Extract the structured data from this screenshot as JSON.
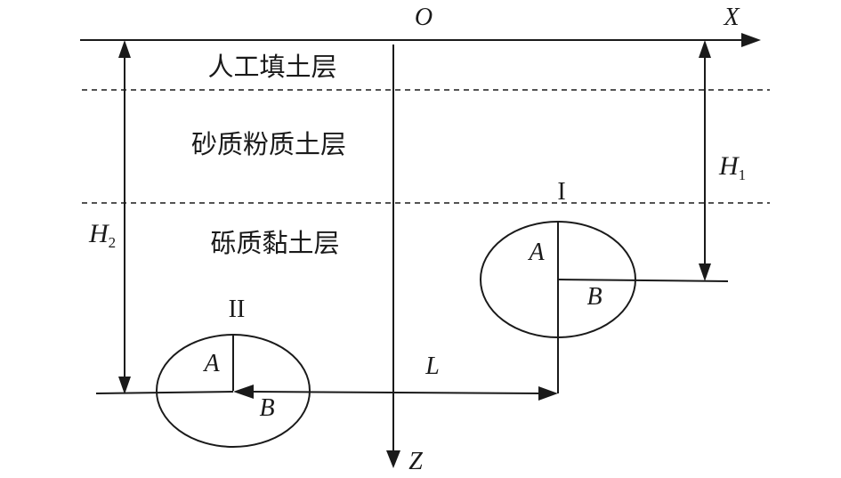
{
  "axes": {
    "origin": "O",
    "x_label": "X",
    "z_label": "Z"
  },
  "layers": [
    "人工填土层",
    "砂质粉质土层",
    "砾质黏土层"
  ],
  "tunnel_1": {
    "label": "I",
    "a_label": "A",
    "b_label": "B"
  },
  "tunnel_2": {
    "label": "II",
    "a_label": "A",
    "b_label": "B"
  },
  "dimensions": {
    "h1": {
      "letter": "H",
      "sub": "1"
    },
    "h2": {
      "letter": "H",
      "sub": "2"
    },
    "l": "L"
  },
  "colors": {
    "line": "#1a1a1a",
    "background": "#ffffff"
  }
}
